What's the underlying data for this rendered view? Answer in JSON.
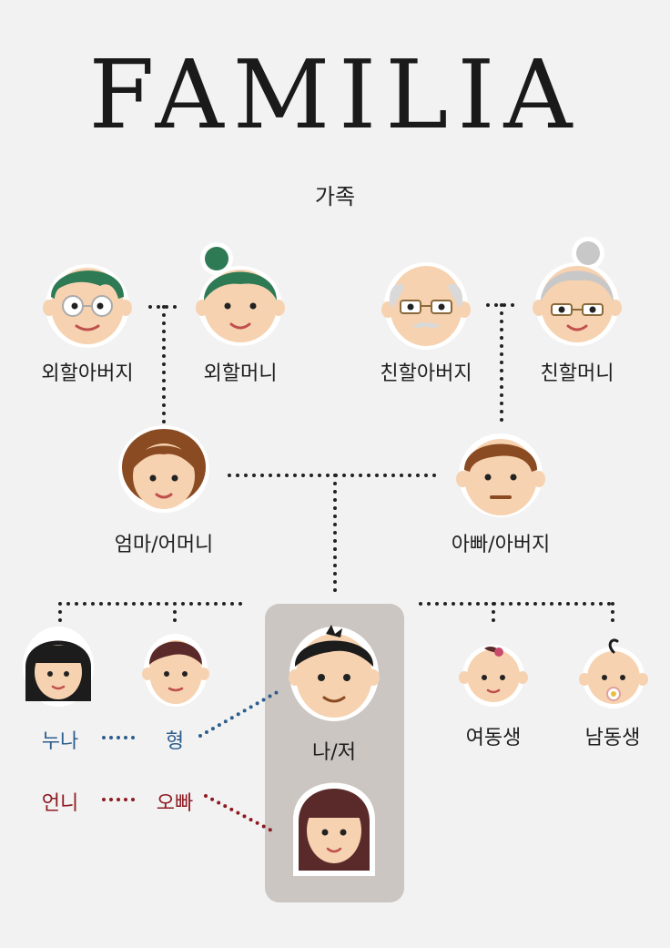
{
  "title": "FAMILIA",
  "subtitle": "가족",
  "members": {
    "maternal_grandfather": "외할아버지",
    "maternal_grandmother": "외할머니",
    "paternal_grandfather": "친할아버지",
    "paternal_grandmother": "친할머니",
    "mother": "엄마/어머니",
    "father": "아빠/아버지",
    "older_sister_m": "누나",
    "older_brother_m": "형",
    "older_sister_f": "언니",
    "older_brother_f": "오빠",
    "self": "나/저",
    "younger_sister": "여동생",
    "younger_brother": "남동생"
  },
  "colors": {
    "background": "#f2f2f2",
    "skin": "#f6d2b0",
    "self_box": "#cbc6c2",
    "male_speaker": "#2d5e8c",
    "female_speaker": "#8e1a22"
  }
}
